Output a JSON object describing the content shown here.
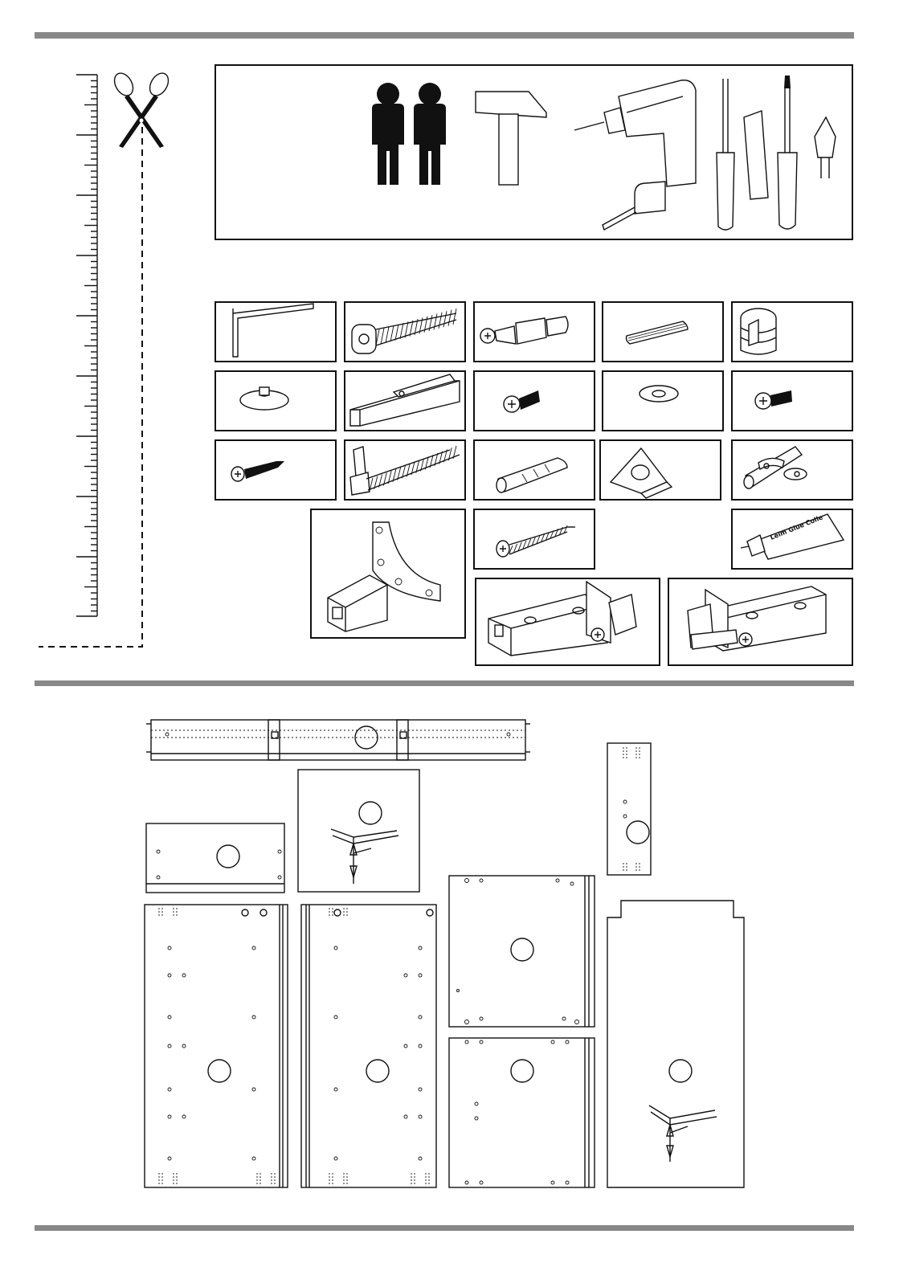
{
  "page": {
    "kind": "assembly-instructions"
  },
  "tools": [
    "two-persons-icon",
    "hammer-icon",
    "electric-drill-icon",
    "tape-measure-icon",
    "flat-screwdriver-icon",
    "phillips-screwdriver-icon",
    "screwdriver-bit-icon"
  ],
  "hardware": [
    "allen-key",
    "connector-bolt",
    "cam-dowel",
    "wood-dowel",
    "cam-lock",
    "shelf-support",
    "drawer-runner",
    "machine-screw-a",
    "washer",
    "machine-screw-b",
    "short-wood-screw",
    "long-lag-screw",
    "wall-plug",
    "corner-block",
    "push-latch",
    "corner-bracket",
    "wood-screw",
    "glue-tube",
    "hinge-left",
    "hinge-right"
  ],
  "glue_label": "Leim Glue Colle",
  "panels": [
    "top-rail",
    "back-panel-small",
    "top-board",
    "side-panel-left",
    "side-panel-right",
    "shelf-upper",
    "shelf-lower",
    "upright-small",
    "back-panel-large"
  ]
}
